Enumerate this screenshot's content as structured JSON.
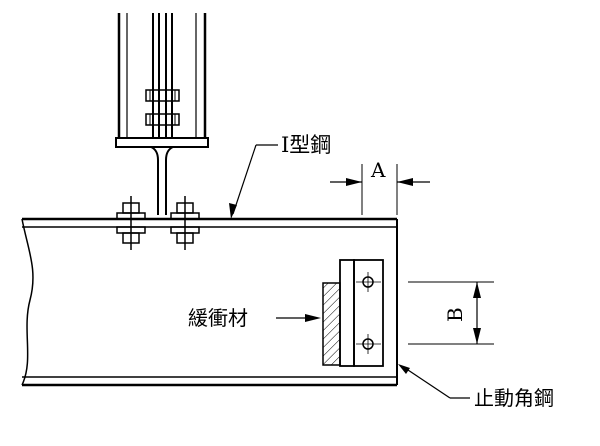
{
  "labels": {
    "i_beam": "I型鋼",
    "dim_a": "A",
    "dim_b": "B",
    "buffer": "緩衝材",
    "stop_angle": "止動角鋼"
  },
  "colors": {
    "line": "#000000",
    "background": "#ffffff"
  }
}
